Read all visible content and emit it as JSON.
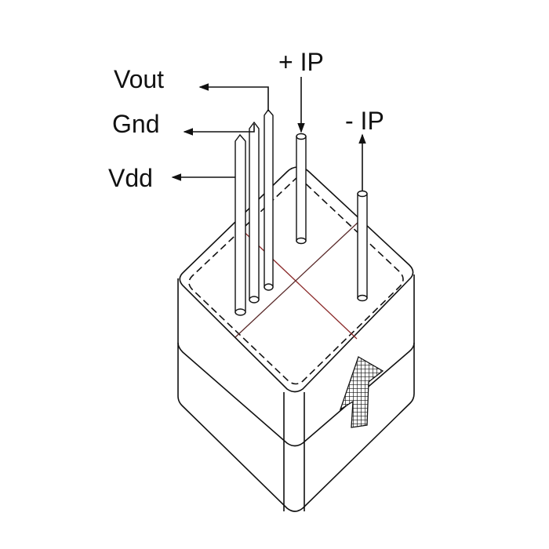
{
  "labels": {
    "vout": "Vout",
    "gnd": "Gnd",
    "vdd": "Vdd",
    "ip_plus": "+ IP",
    "ip_minus": "- IP"
  },
  "colors": {
    "line": "#111111",
    "cross_line": "#8b2a2a"
  }
}
